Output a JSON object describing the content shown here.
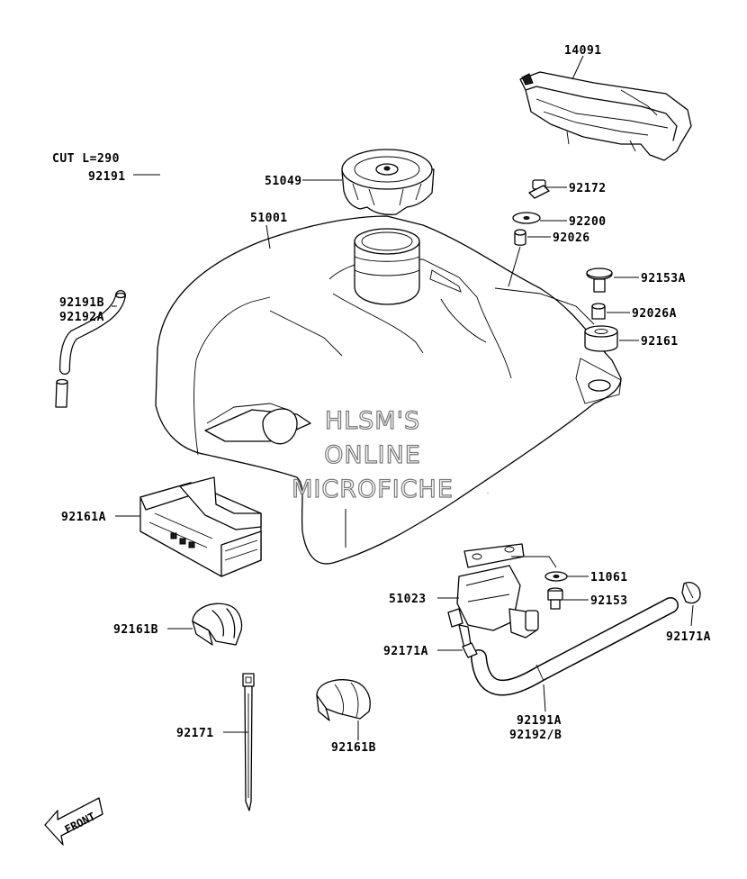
{
  "watermark": [
    "HLSM'S",
    "ONLINE",
    "MICROFICHE"
  ],
  "front_label": "FRONT",
  "labels": {
    "p14091": "14091",
    "cut_length": "CUT L=290",
    "p92191": "92191",
    "p51049": "51049",
    "p92172": "92172",
    "p51001": "51001",
    "p92200": "92200",
    "p92026": "92026",
    "p92153A": "92153A",
    "p92191B": "92191B",
    "p92192A": "92192A",
    "p92026A": "92026A",
    "p92161": "92161",
    "p92161A": "92161A",
    "p11061": "11061",
    "p51023": "51023",
    "p92153": "92153",
    "p92161B_left": "92161B",
    "p92171A_left": "92171A",
    "p92171A_right": "92171A",
    "p92171": "92171",
    "p92191A": "92191A",
    "p92192B": "92192/B",
    "p92161B_bottom": "92161B"
  }
}
